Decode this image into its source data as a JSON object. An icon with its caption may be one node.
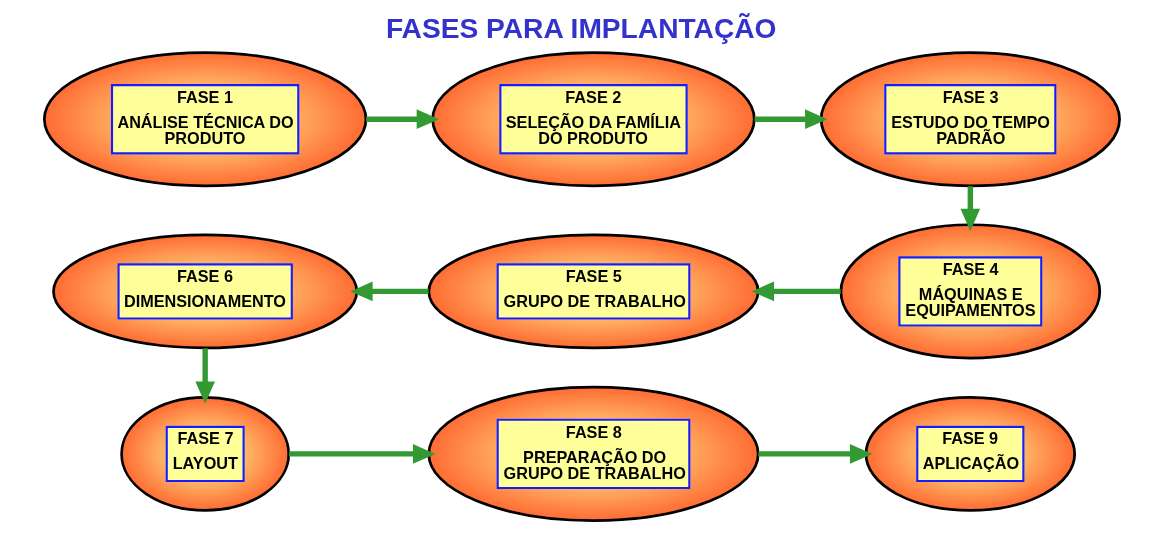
{
  "diagram": {
    "title": "FASES PARA IMPLANTAÇÃO",
    "nodes": [
      {
        "text": [
          "FASE 1",
          "ANÁLISE TÉCNICA DO PRODUTO"
        ]
      },
      {
        "text": [
          "FASE 2",
          "SELEÇÃO DA FAMÍLIA DO PRODUTO"
        ]
      },
      {
        "text": [
          "FASE 3",
          "ESTUDO DO TEMPO PADRÃO"
        ]
      },
      {
        "text": [
          "FASE 4",
          "MÁQUINAS E EQUIPAMENTOS"
        ]
      },
      {
        "text": [
          "FASE 5",
          "GRUPO DE TRABALHO"
        ]
      },
      {
        "text": [
          "FASE 6",
          "DIMENSIONAMENTO"
        ]
      },
      {
        "text": [
          "FASE 7",
          "LAYOUT"
        ]
      },
      {
        "text": [
          "FASE 8",
          "PREPARAÇÃO DO GRUPO DE TRABALHO"
        ]
      },
      {
        "text": [
          "FASE 9",
          "APLICAÇÃO"
        ]
      }
    ],
    "edges": [
      {
        "from": 0,
        "to": 1,
        "arrow": "to"
      },
      {
        "from": 1,
        "to": 2,
        "arrow": "to"
      },
      {
        "from": 2,
        "to": 3,
        "arrow": "to"
      },
      {
        "from": 3,
        "to": 4,
        "arrow": "to"
      },
      {
        "from": 4,
        "to": 5,
        "arrow": "to"
      },
      {
        "from": 5,
        "to": 6,
        "arrow": "to"
      },
      {
        "from": 6,
        "to": 7,
        "arrow": "to"
      },
      {
        "from": 7,
        "to": 8,
        "arrow": "to"
      }
    ]
  }
}
